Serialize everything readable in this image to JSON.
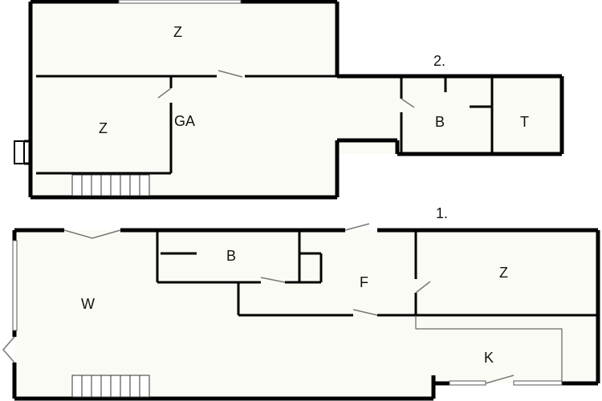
{
  "colors": {
    "wall": "#000000",
    "floor": "#fbfbf5",
    "stair": "#ffffff",
    "thin": "#333333",
    "door": "#777777"
  },
  "floor_2": {
    "label": "2.",
    "rooms": {
      "upper_bedroom": "Z",
      "left_bedroom": "Z",
      "gallery": "GA",
      "bathroom": "B",
      "storage": "T"
    }
  },
  "floor_1": {
    "label": "1.",
    "rooms": {
      "living": "W",
      "bathroom": "B",
      "hallway": "F",
      "bedroom": "Z",
      "kitchen": "K"
    }
  }
}
